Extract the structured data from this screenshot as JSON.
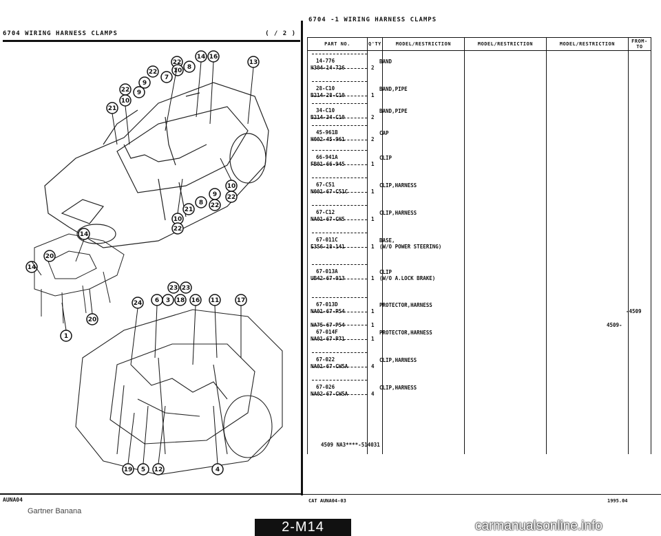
{
  "left_header": {
    "title": "6704  WIRING HARNESS CLAMPS",
    "page": "( / 2 )"
  },
  "right_header": {
    "title": "6704 -1   WIRING HARNESS CLAMPS"
  },
  "table": {
    "headers": [
      "PART NO.",
      "Q'TY",
      "MODEL/RESTRICTION",
      "MODEL/RESTRICTION",
      "MODEL/RESTRICTION",
      "FROM-TO"
    ],
    "entries": [
      {
        "box": "14-776",
        "rows": [
          {
            "part": "H304-14-726",
            "qty": "2",
            "desc": "BAND"
          }
        ]
      },
      {
        "box": "28-C10",
        "rows": [
          {
            "part": "B214-28-C10",
            "qty": "1",
            "desc": "BAND,PIPE"
          }
        ]
      },
      {
        "box": "34-C10",
        "rows": [
          {
            "part": "B214-34-C10",
            "qty": "2",
            "desc": "BAND,PIPE"
          }
        ]
      },
      {
        "box": "45-961B",
        "rows": [
          {
            "part": "H002-45-961",
            "qty": "2",
            "desc": "CAP"
          }
        ]
      },
      {
        "box": "66-941A",
        "rows": [
          {
            "part": "FB01-66-945",
            "qty": "1",
            "desc": "CLIP"
          }
        ]
      },
      {
        "box": "67-C51",
        "rows": [
          {
            "part": "N001-67-C51C",
            "qty": "1",
            "desc": "CLIP,HARNESS"
          }
        ]
      },
      {
        "box": "67-C12",
        "rows": [
          {
            "part": "NA01-67-CH5",
            "qty": "1",
            "desc": "CLIP,HARNESS"
          }
        ]
      },
      {
        "box": "67-011C",
        "rows": [
          {
            "part": "E356-18-141",
            "qty": "1",
            "desc": "BASE,\n(W/O POWER STEERING)"
          }
        ]
      },
      {
        "box": "67-013A",
        "rows": [
          {
            "part": "UB42-67-013",
            "qty": "1",
            "desc": "CLIP\n(W/O A.LOCK BRAKE)"
          }
        ]
      },
      {
        "box": "67-013D",
        "rows": [
          {
            "part": "NA01-67-P54",
            "qty": "1",
            "desc": "PROTECTOR,HARNESS",
            "range": "-4509"
          },
          {
            "part": "NA75-67-P54",
            "qty": "1",
            "desc": "",
            "range": "4509-"
          }
        ]
      },
      {
        "box": "67-014F",
        "rows": [
          {
            "part": "NA01-67-P71",
            "qty": "1",
            "desc": "PROTECTOR,HARNESS"
          }
        ]
      },
      {
        "box": "67-022",
        "rows": [
          {
            "part": "NA01-67-CW5A",
            "qty": "4",
            "desc": "CLIP,HARNESS"
          }
        ]
      },
      {
        "box": "67-026",
        "rows": [
          {
            "part": "NA02-67-CW5A",
            "qty": "4",
            "desc": "CLIP,HARNESS"
          }
        ]
      }
    ],
    "footnote": "4509 NA3****-514031"
  },
  "callouts": [
    {
      "label": "22"
    },
    {
      "label": "14"
    },
    {
      "label": "16"
    },
    {
      "label": "13"
    },
    {
      "label": "8"
    },
    {
      "label": "22"
    },
    {
      "label": "10"
    },
    {
      "label": "9"
    },
    {
      "label": "7"
    },
    {
      "label": "22"
    },
    {
      "label": "9"
    },
    {
      "label": "10"
    },
    {
      "label": "21"
    },
    {
      "label": "10"
    },
    {
      "label": "9"
    },
    {
      "label": "22"
    },
    {
      "label": "8"
    },
    {
      "label": "22"
    },
    {
      "label": "21"
    },
    {
      "label": "10"
    },
    {
      "label": "22"
    },
    {
      "label": "14"
    },
    {
      "label": "14"
    },
    {
      "label": "20"
    },
    {
      "label": "1"
    },
    {
      "label": "20"
    },
    {
      "label": "23"
    },
    {
      "label": "23"
    },
    {
      "label": "24"
    },
    {
      "label": "6"
    },
    {
      "label": "3"
    },
    {
      "label": "18"
    },
    {
      "label": "16"
    },
    {
      "label": "11"
    },
    {
      "label": "17"
    },
    {
      "label": "19"
    },
    {
      "label": "5"
    },
    {
      "label": "12"
    },
    {
      "label": "4"
    }
  ],
  "left_footer": "AUNA04",
  "right_footer": "CAT  AUNA04-03",
  "date_footer": "1995.04",
  "credit": "Gartner Banana",
  "page_number": "2-M14",
  "watermark": "carmanualsonline.info"
}
